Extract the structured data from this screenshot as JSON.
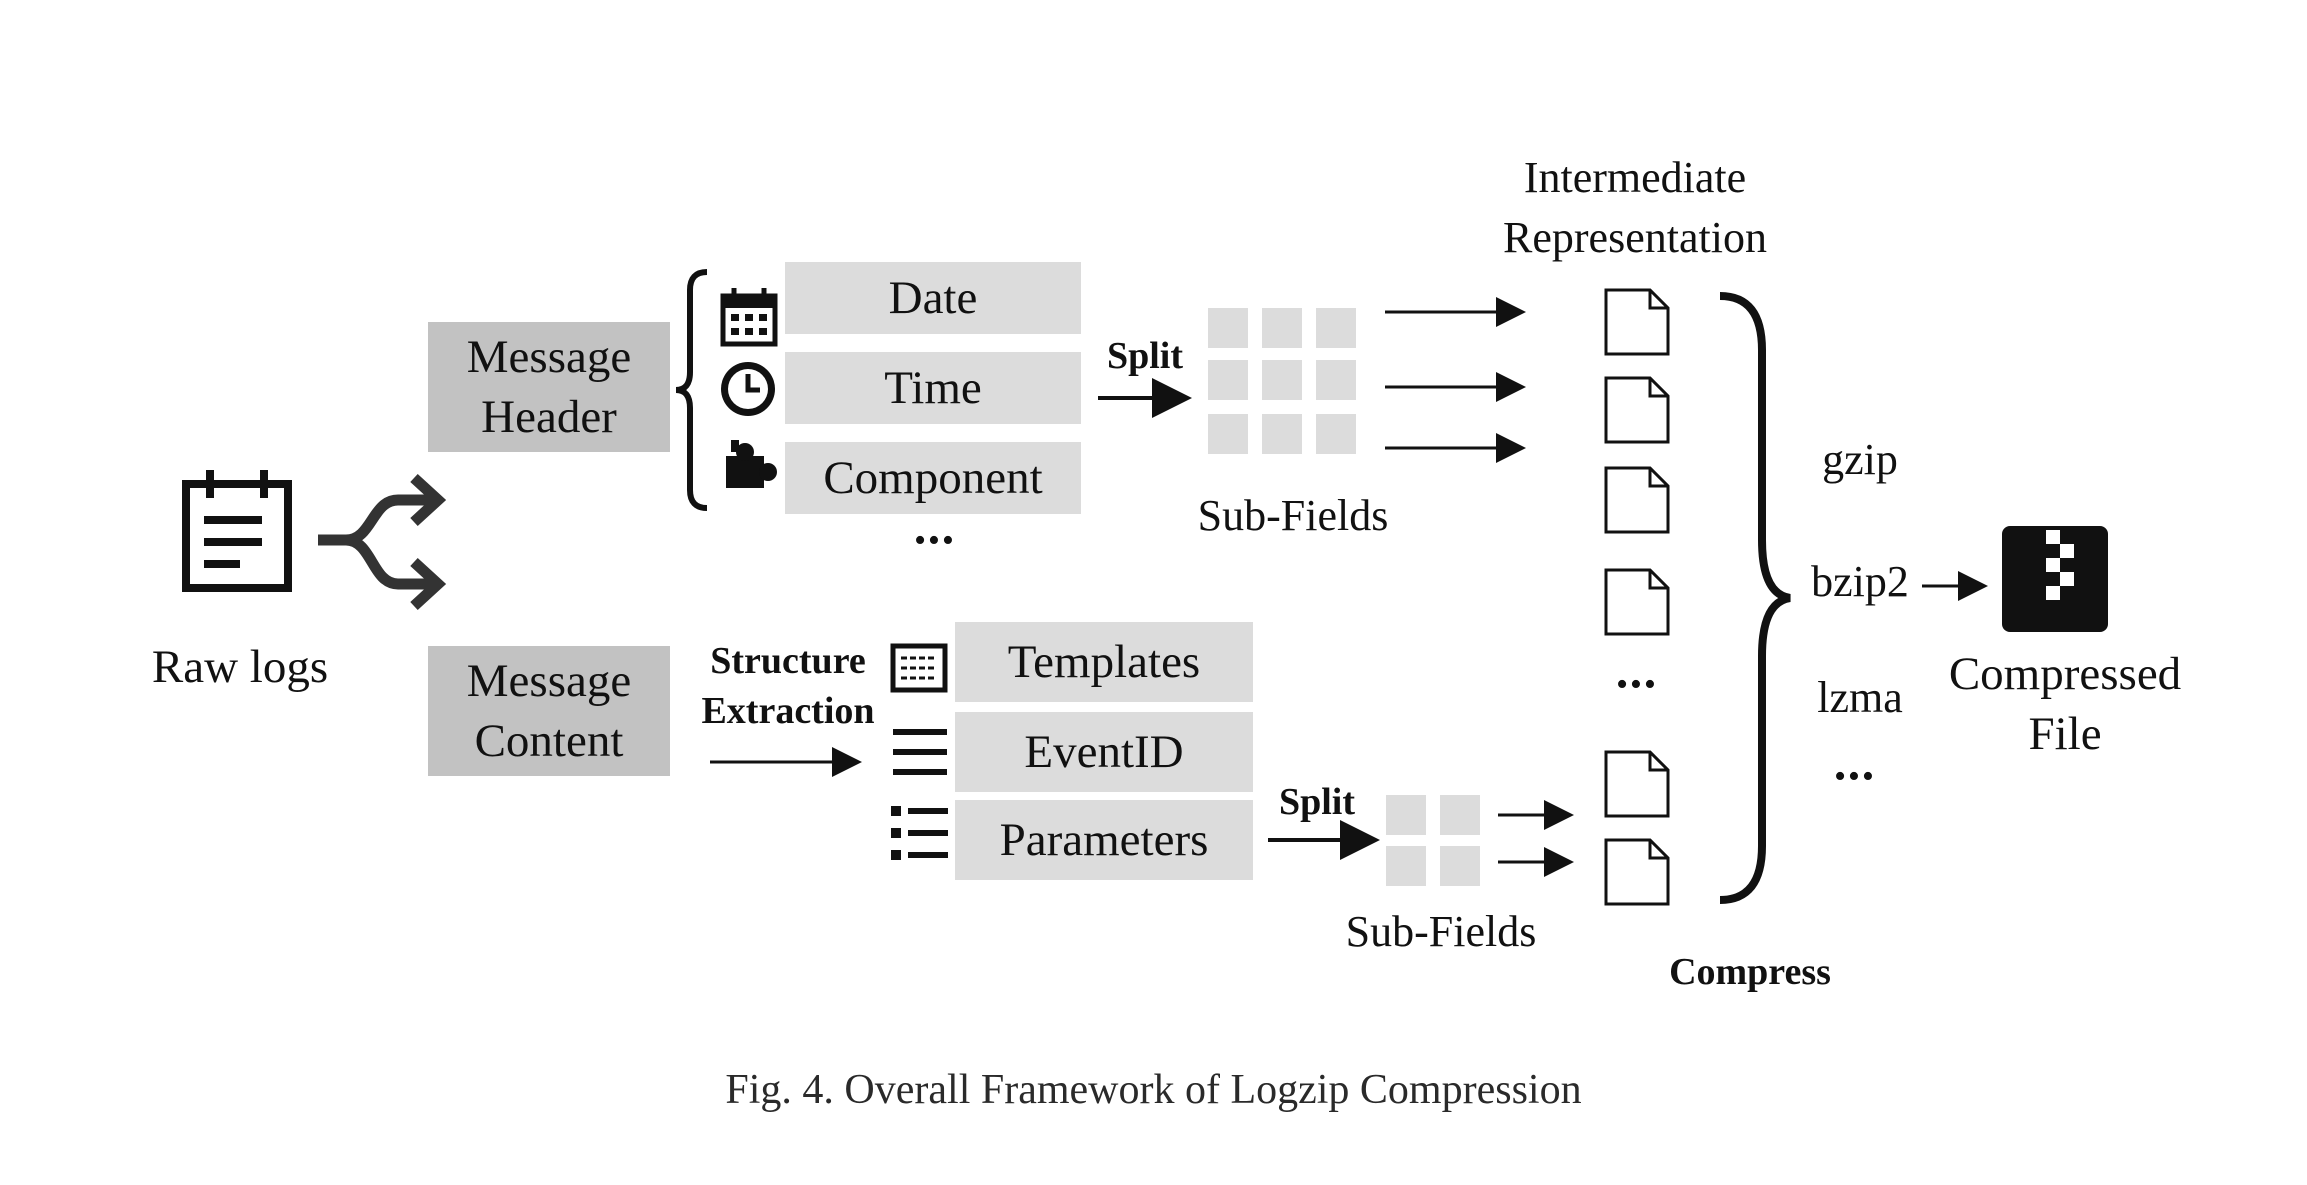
{
  "raw_logs": {
    "label": "Raw logs"
  },
  "message_header": {
    "label_line1": "Message",
    "label_line2": "Header"
  },
  "message_content": {
    "label_line1": "Message",
    "label_line2": "Content"
  },
  "header_fields": [
    "Date",
    "Time",
    "Component"
  ],
  "content_fields": [
    "Templates",
    "EventID",
    "Parameters"
  ],
  "ellipsis": "•••",
  "split_label": "Split",
  "structure_extraction": {
    "line1": "Structure",
    "line2": "Extraction"
  },
  "sub_fields_label": "Sub-Fields",
  "intermediate_representation": {
    "line1": "Intermediate",
    "line2": "Representation"
  },
  "compressors": [
    "gzip",
    "bzip2",
    "lzma"
  ],
  "compress_label": "Compress",
  "compressed_file": {
    "line1": "Compressed",
    "line2": "File"
  },
  "caption": "Fig. 4.  Overall Framework of Logzip Compression",
  "colors": {
    "dark_box": "#c2c2c2",
    "light_box": "#dcdcdc",
    "ink": "#111111"
  },
  "icons": [
    "notepad-icon",
    "branch-arrow-icon",
    "calendar-icon",
    "clock-icon",
    "puzzle-icon",
    "template-icon",
    "lines-icon",
    "list-icon",
    "file-icon",
    "zip-file-icon"
  ]
}
